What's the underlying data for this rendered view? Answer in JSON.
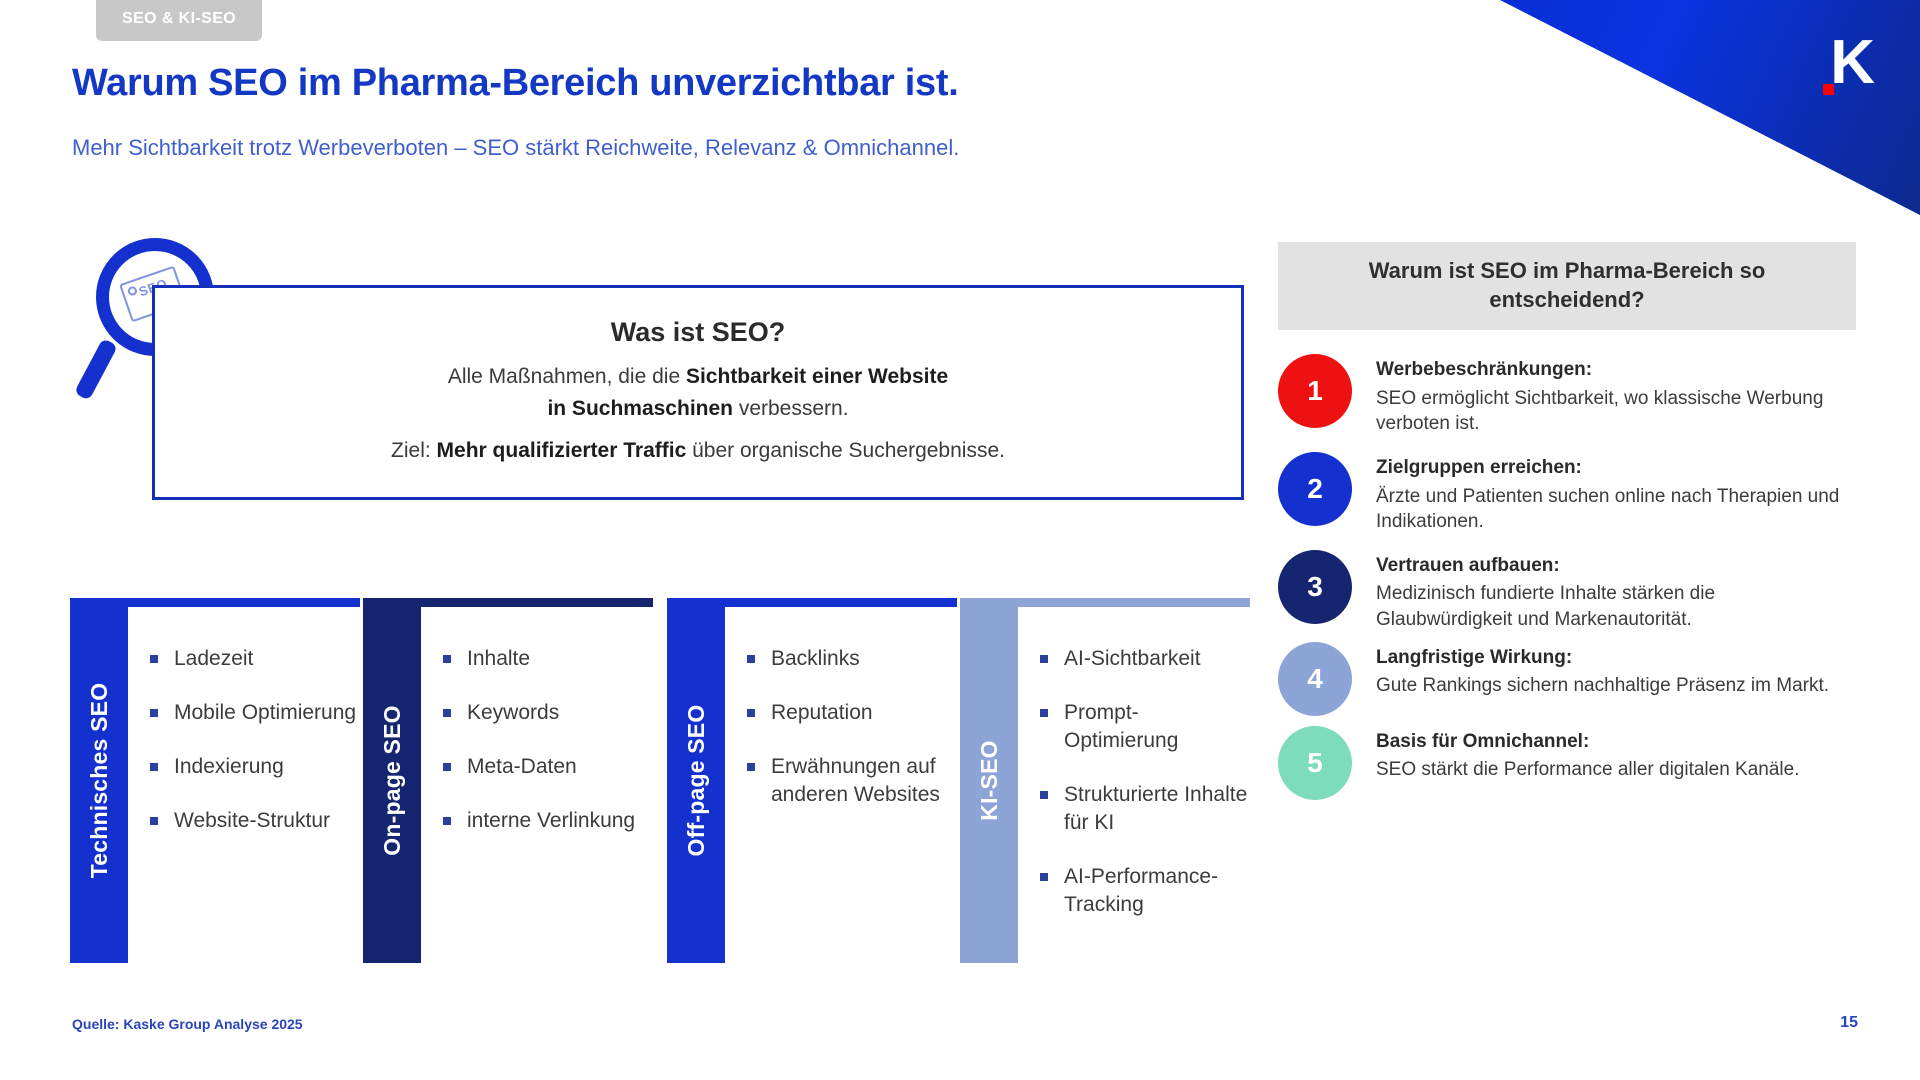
{
  "brand": {
    "logo_letter": "K",
    "accent_dot_color": "#ff0000",
    "corner_color": "#0b33e0",
    "primary_blue": "#1338c4",
    "dark_navy": "#16256f",
    "bright_blue": "#1430cf",
    "light_blue": "#8da5d6",
    "mint": "#7ddcbb",
    "red": "#ee1111"
  },
  "header": {
    "eyebrow": "SEO & KI-SEO",
    "title": "Warum SEO im Pharma-Bereich unverzichtbar ist",
    "title_period": ".",
    "subtitle": "Mehr Sichtbarkeit trotz Werbeverboten – SEO stärkt Reichweite, Relevanz & Omnichannel."
  },
  "definition": {
    "icon_label": "SEO",
    "title": "Was ist SEO?",
    "line1_pre": "Alle Maßnahmen, die die ",
    "line1_bold": "Sichtbarkeit einer Website",
    "line2_bold": "in Suchmaschinen",
    "line2_post": " verbessern.",
    "line3_pre": "Ziel: ",
    "line3_bold": "Mehr qualifizierter Traffic",
    "line3_post": " über organische Suchergebnisse."
  },
  "columns": [
    {
      "label": "Technisches SEO",
      "color": "#1430cf",
      "items": [
        "Ladezeit",
        "Mobile Optimierung",
        "Indexierung",
        "Website-Struktur"
      ]
    },
    {
      "label": "On-page SEO",
      "color": "#16256f",
      "items": [
        "Inhalte",
        "Keywords",
        "Meta-Daten",
        "interne Verlinkung"
      ]
    },
    {
      "label": "Off-page SEO",
      "color": "#1430cf",
      "items": [
        "Backlinks",
        "Reputation",
        "Erwähnungen auf anderen Websites"
      ]
    },
    {
      "label": "KI-SEO",
      "color": "#8da5d6",
      "items": [
        "AI-Sichtbarkeit",
        "Prompt-Optimierung",
        "Strukturierte Inhalte für KI",
        "AI-Performance-Tracking"
      ]
    }
  ],
  "right_panel": {
    "header": "Warum ist SEO im Pharma-Bereich so entscheidend?",
    "items": [
      {
        "number": "1",
        "color": "#ee1111",
        "heading": "Werbebeschränkungen:",
        "description": "SEO ermöglicht Sichtbarkeit, wo klassische Werbung verboten ist."
      },
      {
        "number": "2",
        "color": "#1430cf",
        "heading": "Zielgruppen erreichen:",
        "description": "Ärzte und Patienten suchen online nach Therapien und Indikationen."
      },
      {
        "number": "3",
        "color": "#16256f",
        "heading": "Vertrauen aufbauen:",
        "description": "Medizinisch fundierte Inhalte stärken die Glaubwürdigkeit und Markenautorität."
      },
      {
        "number": "4",
        "color": "#8da5d6",
        "heading": "Langfristige Wirkung:",
        "description": "Gute Rankings sichern nachhaltige Präsenz im Markt."
      },
      {
        "number": "5",
        "color": "#7ddcbb",
        "heading": "Basis für Omnichannel:",
        "description": "SEO stärkt die Performance aller digitalen Kanäle."
      }
    ]
  },
  "footer": {
    "source": "Quelle: Kaske Group Analyse 2025",
    "page_number": "15"
  }
}
